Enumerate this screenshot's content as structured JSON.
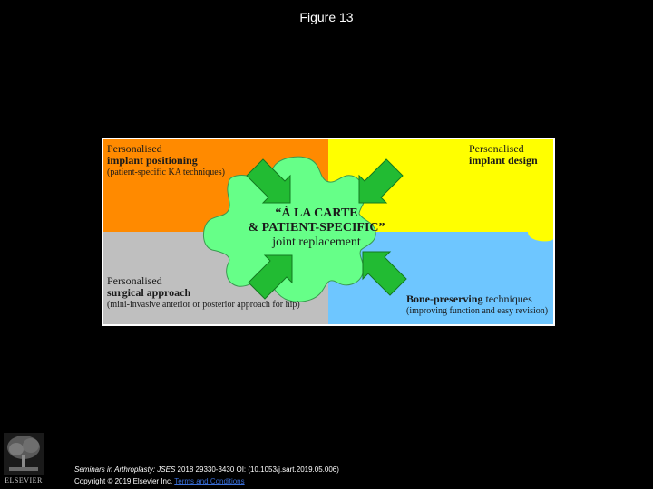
{
  "figure_title": "Figure 13",
  "puzzle": {
    "top_left": {
      "line1": "Personalised",
      "line2": "implant positioning",
      "line3": "(patient-specific KA techniques)",
      "color": "#ff8a00"
    },
    "top_right": {
      "line1": "Personalised",
      "line2": "implant design",
      "color": "#ffff00"
    },
    "bottom_left": {
      "line1": "Personalised",
      "line2": "surgical approach",
      "line3": "(mini-invasive anterior or posterior approach for hip)",
      "color": "#bfbfbf"
    },
    "bottom_right": {
      "line1_bold": "Bone-preserving",
      "line1_rest": " techniques",
      "line2": "(improving function and easy revision)",
      "color": "#6ec6ff"
    },
    "center": {
      "line1": "“À LA CARTE",
      "line2": "& PATIENT-SPECIFIC”",
      "line3": "joint replacement",
      "color": "#66ff88"
    },
    "arrow_color": "#22bb33"
  },
  "footer": {
    "journal": "Seminars in Arthroplasty: JSES",
    "citation": " 2018 29330-3430 OI: (10.1053/j.sart.2019.05.006)",
    "copyright": "Copyright © 2019 Elsevier Inc.",
    "link_text": "Terms and Conditions"
  },
  "logo": {
    "word": "ELSEVIER"
  }
}
